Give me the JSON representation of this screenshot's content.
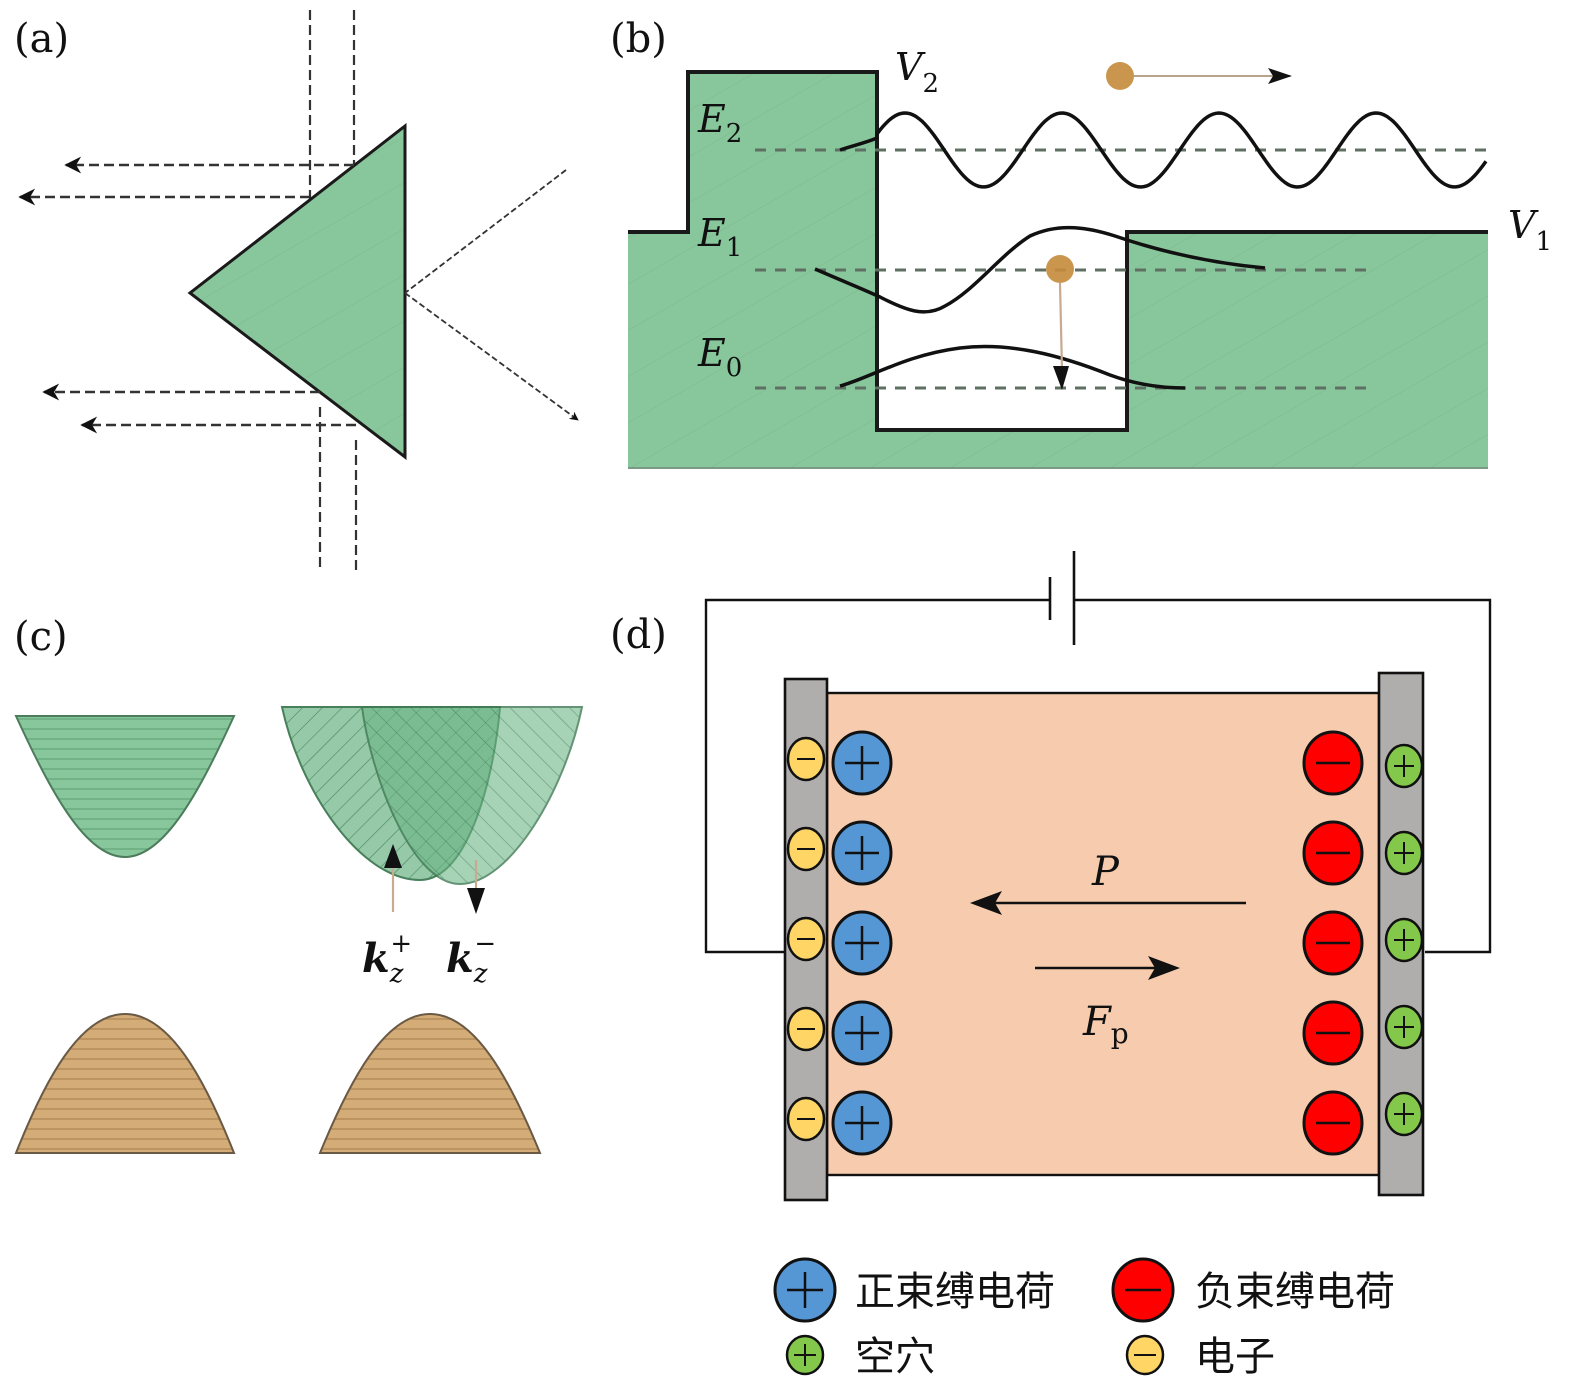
{
  "colors": {
    "green": "#88c69b",
    "green_dark": "#5ea877",
    "tan": "#d4ac78",
    "peach": "#f7ccae",
    "gray_plate": "#b0adad",
    "blue_bound": "#5597d5",
    "red_bound": "#ff0000",
    "green_hole": "#83c84a",
    "yellow_electron": "#ffd565",
    "particle": "#c48b3a"
  },
  "panels": {
    "a": {
      "label": "(a)"
    },
    "b": {
      "label": "(b)",
      "levels": [
        {
          "name": "E",
          "sub": "2"
        },
        {
          "name": "E",
          "sub": "1"
        },
        {
          "name": "E",
          "sub": "0"
        }
      ],
      "potentials": [
        {
          "name": "V",
          "sub": "2"
        },
        {
          "name": "V",
          "sub": "1"
        }
      ]
    },
    "c": {
      "label": "(c)",
      "k_plus": {
        "base": "k",
        "sub": "z",
        "sup": "+"
      },
      "k_minus": {
        "base": "k",
        "sub": "z",
        "sup": "−"
      }
    },
    "d": {
      "label": "(d)",
      "polarization": {
        "base": "P"
      },
      "force": {
        "base": "F",
        "sub": "p"
      },
      "rows": 5,
      "symbols": {
        "plus": "+",
        "minus": "−"
      }
    }
  },
  "legend": {
    "items": [
      {
        "type": "positive_bound",
        "label": "正束缚电荷"
      },
      {
        "type": "negative_bound",
        "label": "负束缚电荷"
      },
      {
        "type": "hole",
        "label": "空穴"
      },
      {
        "type": "electron",
        "label": "电子"
      }
    ]
  }
}
